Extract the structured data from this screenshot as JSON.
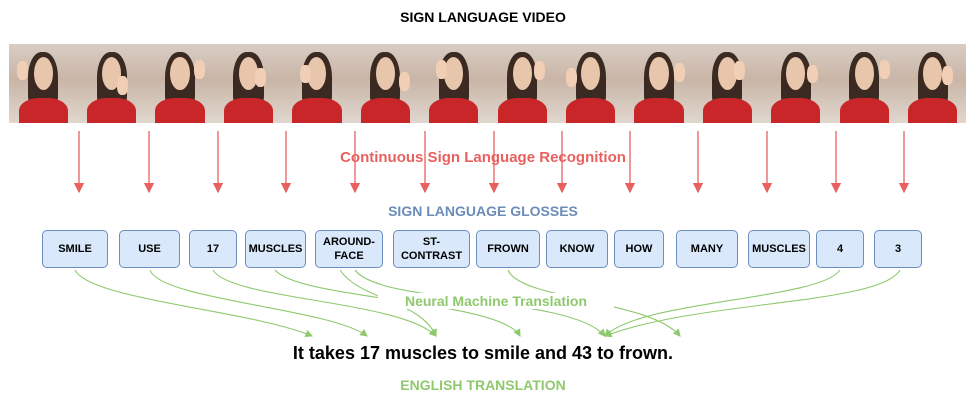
{
  "video_title": "SIGN LANGUAGE VIDEO",
  "recognition_label": "Continuous Sign Language Recognition",
  "glosses_title": "SIGN LANGUAGE GLOSSES",
  "glosses": [
    "SMILE",
    "USE",
    "17",
    "MUSCLES",
    "AROUND-\nFACE",
    "ST-\nCONTRAST",
    "FROWN",
    "KNOW",
    "HOW",
    "MANY",
    "MUSCLES",
    "4",
    "3"
  ],
  "translation_label": "Neural Machine Translation",
  "sentence": "It takes 17 muscles to smile and 43 to frown.",
  "translation_title": "ENGLISH TRANSLATION",
  "colors": {
    "recognition": "#e8615f",
    "glosses_title": "#6b8cb8",
    "gloss_fill": "#dae8fc",
    "gloss_border": "#6c8ebf",
    "translation": "#8fc96e"
  }
}
